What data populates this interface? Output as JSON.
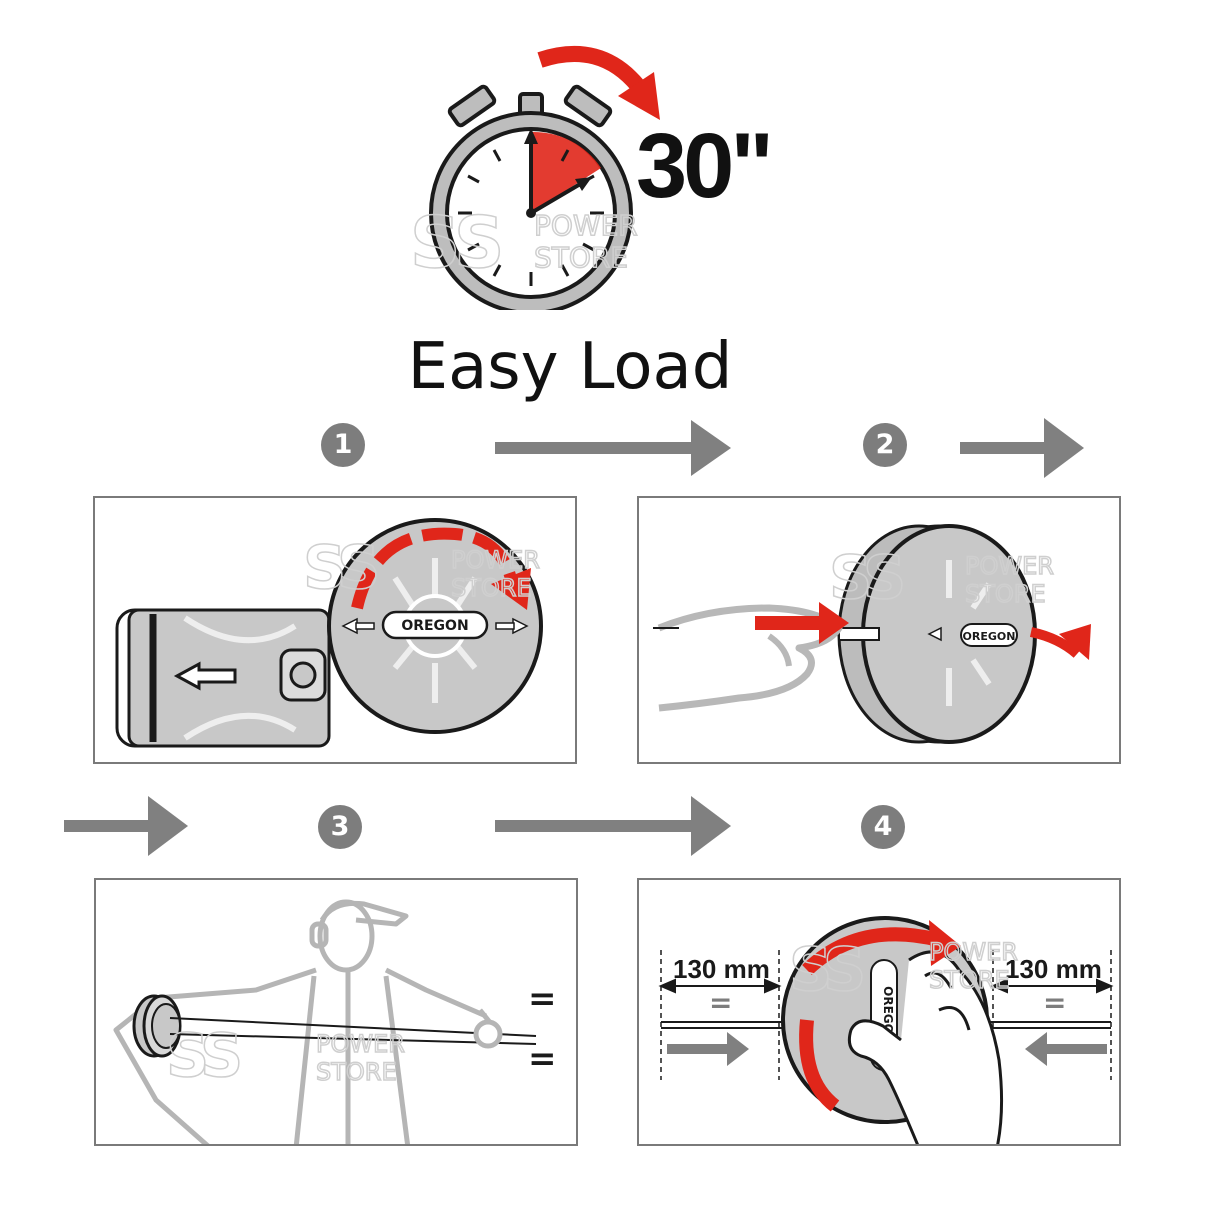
{
  "header": {
    "timer_label": "30\"",
    "title": "Easy Load"
  },
  "watermark": {
    "line1": "POWER",
    "line2": "STORE"
  },
  "steps": [
    {
      "number": "1",
      "spool_logo": "OREGON"
    },
    {
      "number": "2",
      "spool_logo": "OREGON"
    },
    {
      "number": "3"
    },
    {
      "number": "4",
      "spool_logo": "OREGON",
      "left_measure": "130 mm",
      "right_measure": "130 mm",
      "equals": "="
    }
  ],
  "colors": {
    "accent_red": "#e0261a",
    "arrow_gray": "#808080",
    "outline": "#1a1a1a",
    "fill_gray": "#c8c8c8"
  },
  "icons": [
    "stopwatch-icon",
    "flow-arrow-icon",
    "spool-icon",
    "hand-icon",
    "person-icon"
  ]
}
